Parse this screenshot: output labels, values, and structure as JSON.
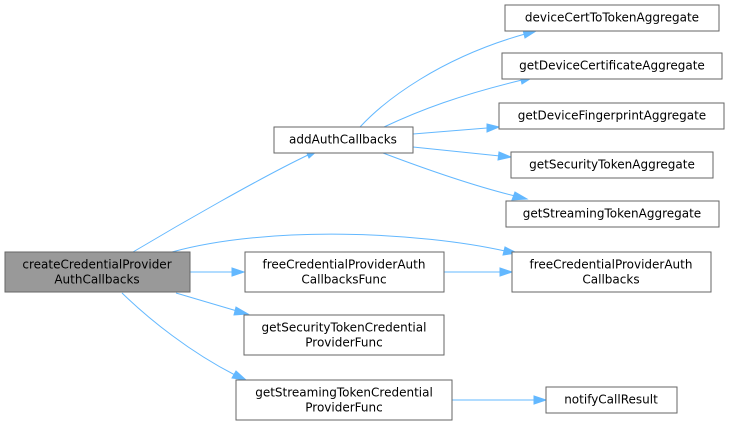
{
  "colors": {
    "edge": "#63b8ff",
    "root_fill": "#999999",
    "node_fill": "#ffffff",
    "node_border": "#666666"
  },
  "nodes": {
    "root": {
      "line1": "createCredentialProvider",
      "line2": "AuthCallbacks"
    },
    "addAuthCallbacks": {
      "line1": "addAuthCallbacks"
    },
    "deviceCertToTokenAggregate": {
      "line1": "deviceCertToTokenAggregate"
    },
    "getDeviceCertificateAggregate": {
      "line1": "getDeviceCertificateAggregate"
    },
    "getDeviceFingerprintAggregate": {
      "line1": "getDeviceFingerprintAggregate"
    },
    "getSecurityTokenAggregate": {
      "line1": "getSecurityTokenAggregate"
    },
    "getStreamingTokenAggregate": {
      "line1": "getStreamingTokenAggregate"
    },
    "freeCredentialProviderAuthCallbacksFunc": {
      "line1": "freeCredentialProviderAuth",
      "line2": "CallbacksFunc"
    },
    "freeCredentialProviderAuthCallbacks": {
      "line1": "freeCredentialProviderAuth",
      "line2": "Callbacks"
    },
    "getSecurityTokenCredentialProviderFunc": {
      "line1": "getSecurityTokenCredential",
      "line2": "ProviderFunc"
    },
    "getStreamingTokenCredentialProviderFunc": {
      "line1": "getStreamingTokenCredential",
      "line2": "ProviderFunc"
    },
    "notifyCallResult": {
      "line1": "notifyCallResult"
    }
  }
}
